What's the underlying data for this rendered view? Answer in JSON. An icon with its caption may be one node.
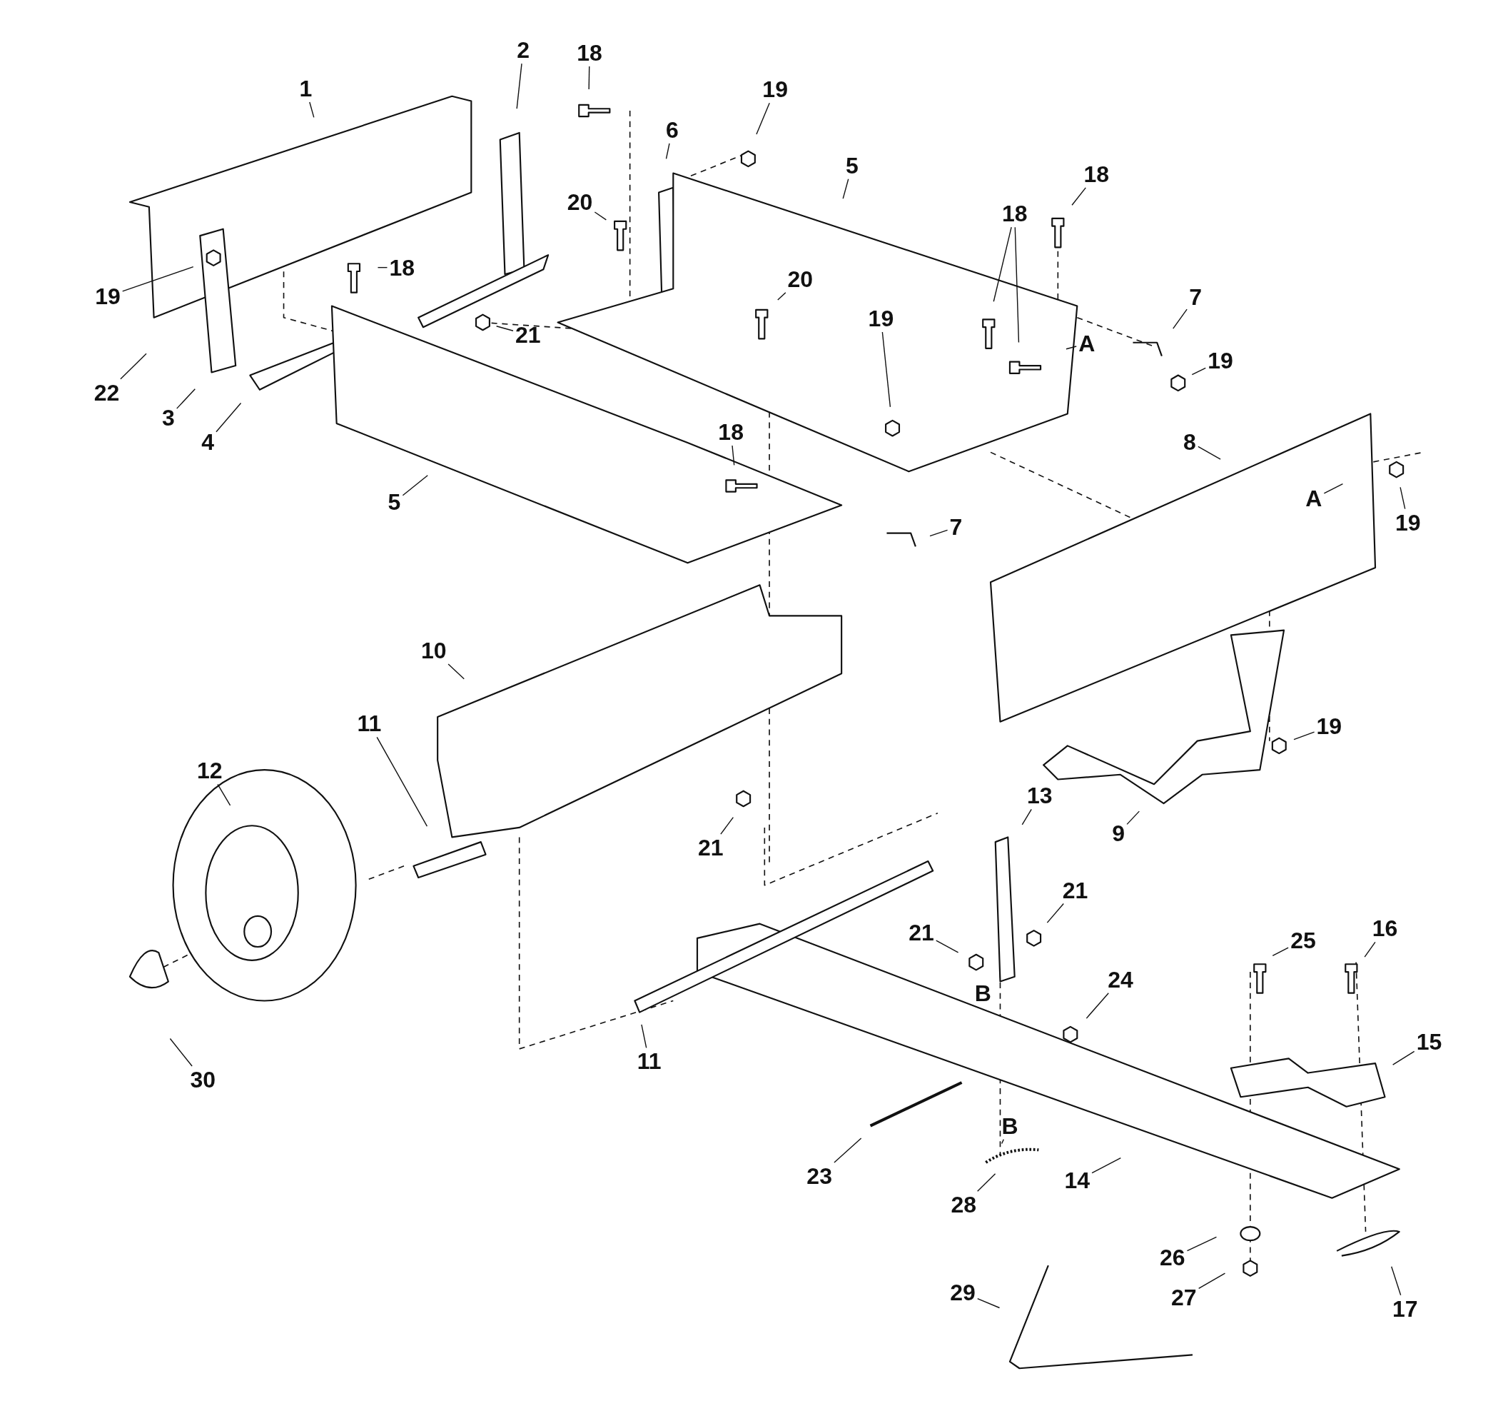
{
  "diagram": {
    "nodes": [
      {
        "text": [
          "2"
        ]
      },
      {
        "text": [
          "18"
        ]
      },
      {
        "text": [
          "1"
        ]
      },
      {
        "text": [
          "19"
        ]
      },
      {
        "text": [
          "6"
        ]
      },
      {
        "text": [
          "5"
        ]
      },
      {
        "text": [
          "18"
        ]
      },
      {
        "text": [
          "20"
        ]
      },
      {
        "text": [
          "18"
        ]
      },
      {
        "text": [
          "18"
        ]
      },
      {
        "text": [
          "20"
        ]
      },
      {
        "text": [
          "19"
        ]
      },
      {
        "text": [
          "7"
        ]
      },
      {
        "text": [
          "19"
        ]
      },
      {
        "text": [
          "21"
        ]
      },
      {
        "text": [
          "A"
        ]
      },
      {
        "text": [
          "19"
        ]
      },
      {
        "text": [
          "22"
        ]
      },
      {
        "text": [
          "3"
        ]
      },
      {
        "text": [
          "18"
        ]
      },
      {
        "text": [
          "8"
        ]
      },
      {
        "text": [
          "4"
        ]
      },
      {
        "text": [
          "A"
        ]
      },
      {
        "text": [
          "5"
        ]
      },
      {
        "text": [
          "19"
        ]
      },
      {
        "text": [
          "7"
        ]
      },
      {
        "text": [
          "10"
        ]
      },
      {
        "text": [
          "11"
        ]
      },
      {
        "text": [
          "19"
        ]
      },
      {
        "text": [
          "12"
        ]
      },
      {
        "text": [
          "13"
        ]
      },
      {
        "text": [
          "9"
        ]
      },
      {
        "text": [
          "21"
        ]
      },
      {
        "text": [
          "21"
        ]
      },
      {
        "text": [
          "16"
        ]
      },
      {
        "text": [
          "21"
        ]
      },
      {
        "text": [
          "25"
        ]
      },
      {
        "text": [
          "24"
        ]
      },
      {
        "text": [
          "15"
        ]
      },
      {
        "text": [
          "11"
        ]
      },
      {
        "text": [
          "30"
        ]
      },
      {
        "text": [
          "B"
        ]
      },
      {
        "text": [
          "23"
        ]
      },
      {
        "text": [
          "14"
        ]
      },
      {
        "text": [
          "28"
        ]
      },
      {
        "text": [
          "26"
        ]
      },
      {
        "text": [
          "29"
        ]
      },
      {
        "text": [
          "27"
        ]
      },
      {
        "text": [
          "17"
        ]
      }
    ],
    "edges": [
      {
        "from": 0,
        "to": null,
        "arrow": "none"
      },
      {
        "from": 1,
        "to": null,
        "arrow": "none"
      },
      {
        "from": 2,
        "to": null,
        "arrow": "none"
      },
      {
        "from": 3,
        "to": null,
        "arrow": "none"
      },
      {
        "from": 4,
        "to": null,
        "arrow": "none"
      },
      {
        "from": 5,
        "to": null,
        "arrow": "none"
      },
      {
        "from": 6,
        "to": null,
        "arrow": "none"
      },
      {
        "from": 7,
        "to": null,
        "arrow": "none"
      },
      {
        "from": 8,
        "to": null,
        "arrow": "none"
      },
      {
        "from": 8,
        "to": null,
        "arrow": "none"
      },
      {
        "from": 9,
        "to": null,
        "arrow": "none"
      },
      {
        "from": 10,
        "to": null,
        "arrow": "none"
      },
      {
        "from": 11,
        "to": null,
        "arrow": "none"
      },
      {
        "from": 12,
        "to": null,
        "arrow": "none"
      },
      {
        "from": 13,
        "to": null,
        "arrow": "none"
      },
      {
        "from": 14,
        "to": null,
        "arrow": "none"
      },
      {
        "from": 15,
        "to": null,
        "arrow": "none"
      },
      {
        "from": 16,
        "to": null,
        "arrow": "none"
      },
      {
        "from": 17,
        "to": null,
        "arrow": "none"
      },
      {
        "from": 18,
        "to": null,
        "arrow": "none"
      },
      {
        "from": 19,
        "to": null,
        "arrow": "none"
      },
      {
        "from": 20,
        "to": null,
        "arrow": "none"
      },
      {
        "from": 21,
        "to": null,
        "arrow": "none"
      },
      {
        "from": 22,
        "to": null,
        "arrow": "none"
      },
      {
        "from": 23,
        "to": null,
        "arrow": "none"
      },
      {
        "from": 24,
        "to": null,
        "arrow": "none"
      },
      {
        "from": 25,
        "to": null,
        "arrow": "none"
      },
      {
        "from": 26,
        "to": null,
        "arrow": "none"
      },
      {
        "from": 27,
        "to": null,
        "arrow": "none"
      },
      {
        "from": 28,
        "to": null,
        "arrow": "none"
      },
      {
        "from": 29,
        "to": null,
        "arrow": "none"
      },
      {
        "from": 30,
        "to": null,
        "arrow": "none"
      },
      {
        "from": 31,
        "to": null,
        "arrow": "none"
      },
      {
        "from": 32,
        "to": null,
        "arrow": "none"
      },
      {
        "from": 33,
        "to": null,
        "arrow": "none"
      },
      {
        "from": 34,
        "to": null,
        "arrow": "none"
      },
      {
        "from": 35,
        "to": null,
        "arrow": "none"
      },
      {
        "from": 36,
        "to": null,
        "arrow": "none"
      },
      {
        "from": 37,
        "to": null,
        "arrow": "none"
      },
      {
        "from": 38,
        "to": null,
        "arrow": "none"
      },
      {
        "from": 39,
        "to": null,
        "arrow": "none"
      },
      {
        "from": 40,
        "to": null,
        "arrow": "none"
      },
      {
        "from": 41,
        "to": null,
        "arrow": "none"
      },
      {
        "from": 42,
        "to": null,
        "arrow": "none"
      },
      {
        "from": 43,
        "to": null,
        "arrow": "none"
      },
      {
        "from": 44,
        "to": null,
        "arrow": "none"
      },
      {
        "from": 45,
        "to": null,
        "arrow": "none"
      },
      {
        "from": 46,
        "to": null,
        "arrow": "none"
      },
      {
        "from": 47,
        "to": null,
        "arrow": "none"
      },
      {
        "from": 48,
        "to": null,
        "arrow": "none"
      }
    ],
    "labels": [
      "B"
    ]
  }
}
